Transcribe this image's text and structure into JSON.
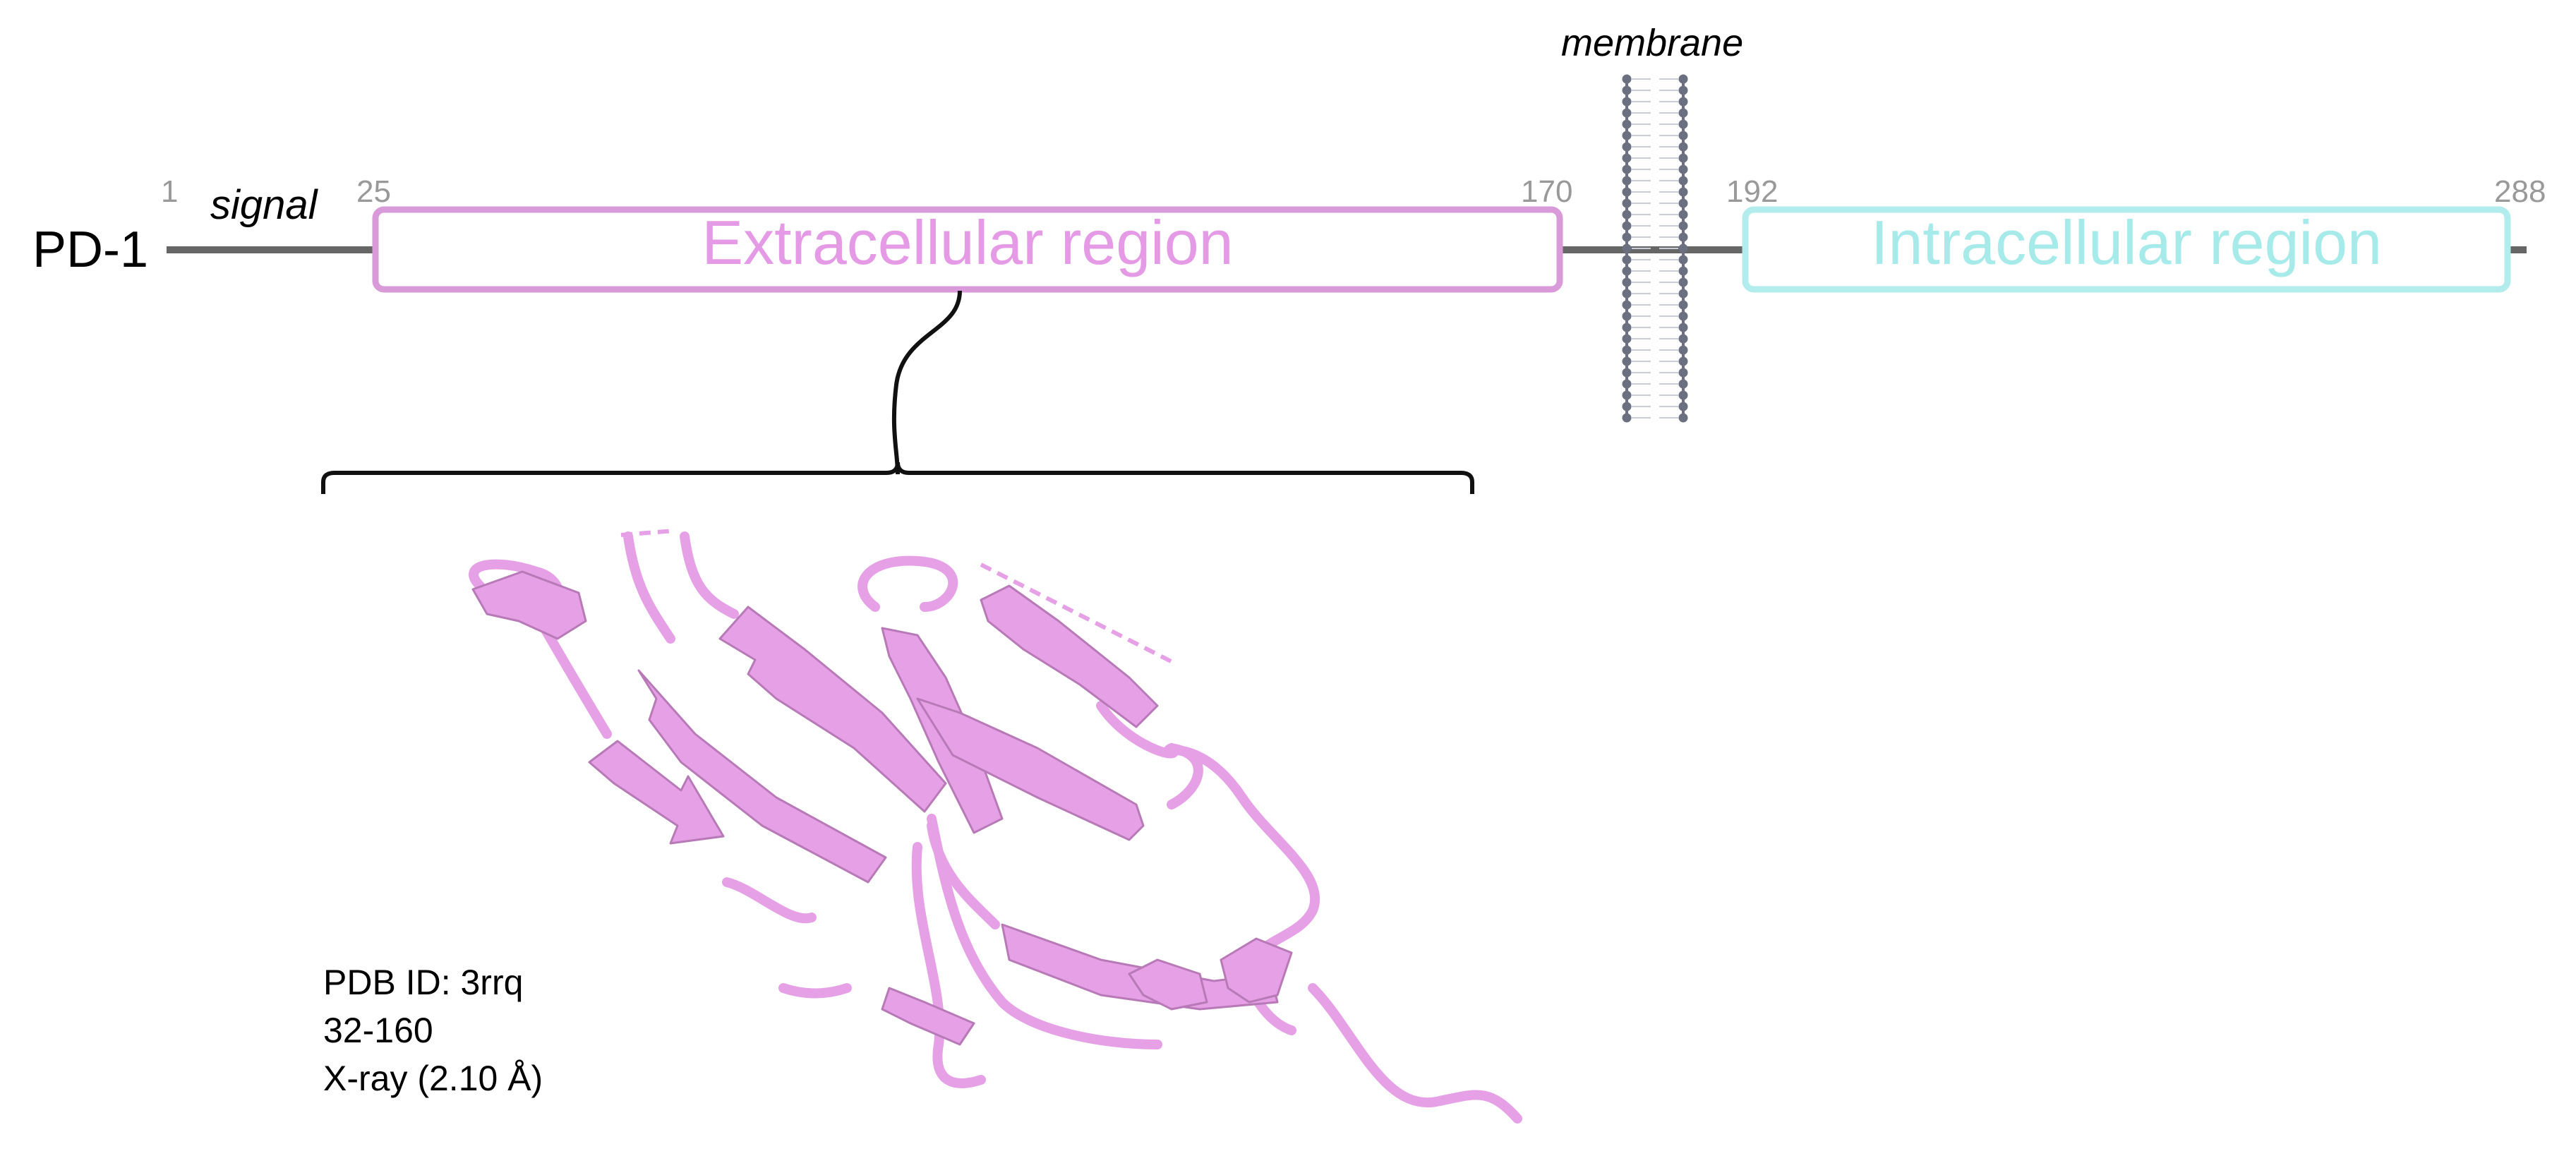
{
  "protein": {
    "name": "PD-1",
    "length_label": "288",
    "start_label": "1",
    "signal_label": "signal",
    "membrane_label": "membrane"
  },
  "colors": {
    "backbone": "#666666",
    "extracellular": "#d89ad8",
    "extracellular_text": "#e59ae5",
    "intracellular": "#b2ecec",
    "intracellular_text": "#a7eaea",
    "membrane": "#6b7080",
    "structure": "#e6a0e6",
    "numbers": "#999999"
  },
  "regions": [
    {
      "id": "extracellular",
      "label": "Extracellular region",
      "start_label": "25",
      "end_label": "170"
    },
    {
      "id": "intracellular",
      "label": "Intracellular region",
      "start_label": "192",
      "end_label": "288"
    }
  ],
  "structure": {
    "pdb_line": "PDB ID: 3rrq",
    "range_line": "32-160",
    "method_line": "X-ray (2.10 Å)"
  }
}
